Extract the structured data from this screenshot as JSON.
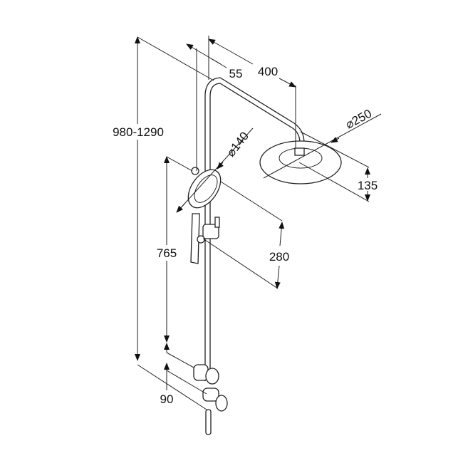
{
  "title": "Shower system dimension drawing",
  "dimensions": {
    "total_height": "980-1290",
    "arm_projection": "400",
    "offset": "55",
    "head_diameter": "⌀250",
    "head_height": "135",
    "hand_shower_diameter": "⌀140",
    "slide_range": "280",
    "holder_height": "765",
    "mixer_height": "90"
  },
  "colors": {
    "line": "#222222",
    "background": "#ffffff"
  }
}
